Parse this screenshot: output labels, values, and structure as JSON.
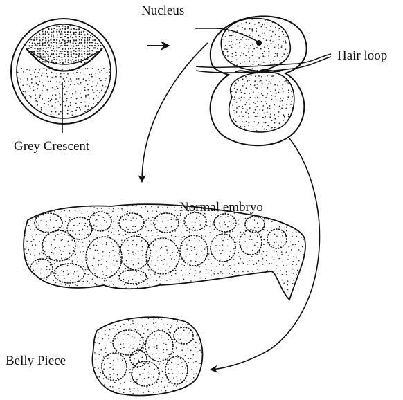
{
  "labels": {
    "grey_crescent": "Grey Crescent",
    "nucleus": "Nucleus",
    "hair_loop": "Hair loop",
    "normal_embryo": "Normal embryo",
    "belly_piece": "Belly Piece"
  },
  "colors": {
    "ink": "#111111",
    "stipple": "#222222",
    "background": "#ffffff"
  }
}
